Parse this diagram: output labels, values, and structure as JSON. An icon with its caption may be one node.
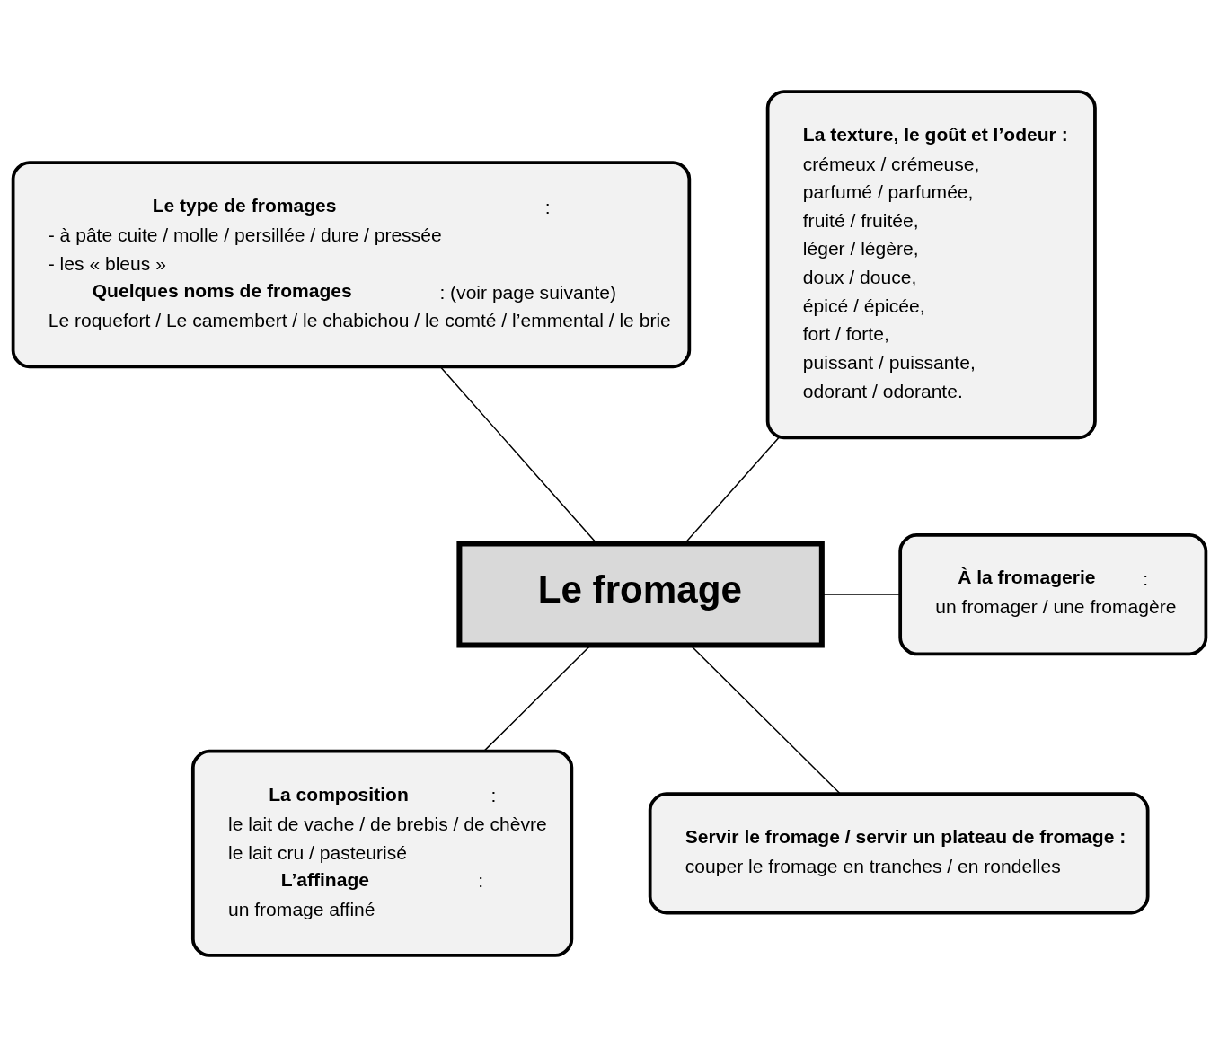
{
  "diagram": {
    "nodes": [
      {
        "text": [
          "Le fromage"
        ]
      },
      {
        "text": [
          "**Le type de fromages** :",
          "- à pâte cuite / molle / persillée / dure / pressée",
          "- les « bleus »",
          "**Quelques noms de fromages** : (voir page suivante)",
          "Le roquefort / Le camembert / le chabichou / le comté / l’emmental / le brie"
        ]
      },
      {
        "text": [
          "**La texture, le goût et l’odeur :**",
          "crémeux / crémeuse,",
          "parfumé / parfumée,",
          "fruité / fruitée,",
          "léger / légère,",
          "doux / douce,",
          "épicé / épicée,",
          "fort / forte,",
          "puissant / puissante,",
          "odorant / odorante."
        ]
      },
      {
        "text": [
          "**À la fromagerie** :",
          "un fromager / une fromagère"
        ]
      },
      {
        "text": [
          "**La composition** :",
          "le lait de vache / de brebis / de chèvre",
          "le lait cru / pasteurisé",
          "**L’affinage** :",
          "un fromage affiné"
        ]
      },
      {
        "text": [
          "**Servir le fromage / servir un plateau de fromage :**",
          "couper le fromage en tranches / en rondelles"
        ]
      }
    ],
    "edges": [
      {
        "from": 1,
        "to": 0,
        "arrow": "none"
      },
      {
        "from": 2,
        "to": 0,
        "arrow": "none"
      },
      {
        "from": 0,
        "to": 3,
        "arrow": "none"
      },
      {
        "from": 0,
        "to": 4,
        "arrow": "none"
      },
      {
        "from": 0,
        "to": 5,
        "arrow": "none"
      }
    ]
  }
}
